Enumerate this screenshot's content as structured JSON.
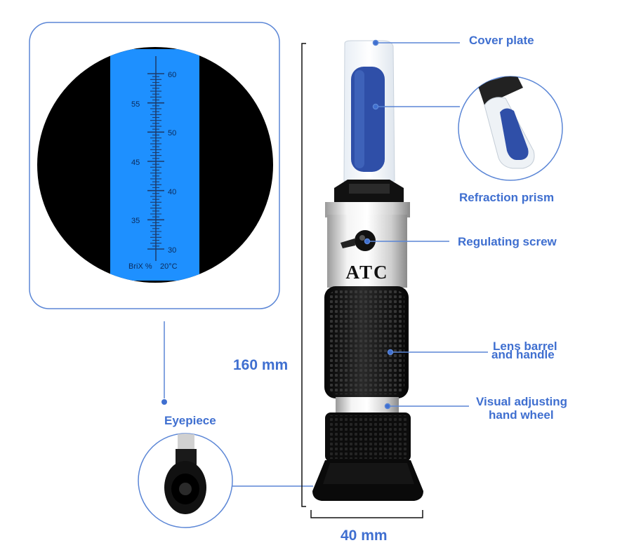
{
  "labels": {
    "cover_plate": "Cover plate",
    "refraction_prism": "Refraction prism",
    "regulating_screw": "Regulating screw",
    "lens_barrel_line1": "Lens barrel",
    "lens_barrel_line2": "and handle",
    "visual_wheel_line1": "Visual adjusting",
    "visual_wheel_line2": "hand wheel",
    "eyepiece": "Eyepiece"
  },
  "dimensions": {
    "height": "160 mm",
    "width": "40 mm"
  },
  "device": {
    "brand_text": "ATC"
  },
  "scale_view": {
    "ticks_major": [
      "60",
      "55",
      "50",
      "45",
      "40",
      "35",
      "30"
    ],
    "unit_text": "BriX %",
    "temp_text": "20°C"
  },
  "colors": {
    "accent": "#3f6fd0",
    "scale_blue": "#1e90ff",
    "prism_blue": "#2f4fa8"
  }
}
